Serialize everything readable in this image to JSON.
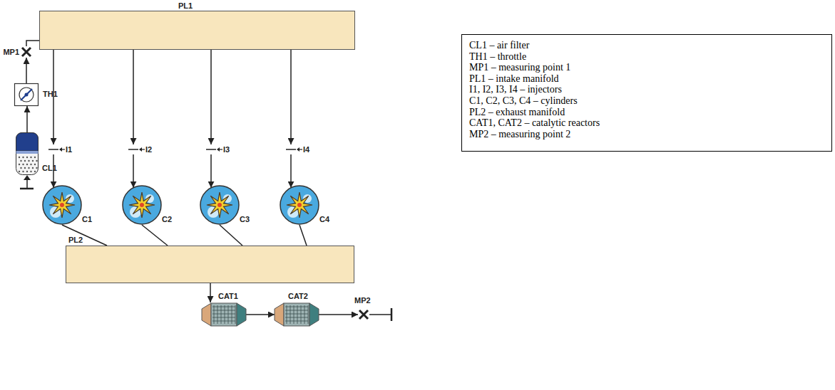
{
  "diagram": {
    "nodes": [
      {
        "text": [
          "PL1"
        ]
      },
      {
        "text": [
          "MP1"
        ]
      },
      {
        "text": [
          "TH1"
        ]
      },
      {
        "text": [
          "CL1"
        ]
      },
      {
        "text": [
          "I1"
        ]
      },
      {
        "text": [
          "I2"
        ]
      },
      {
        "text": [
          "I3"
        ]
      },
      {
        "text": [
          "I4"
        ]
      },
      {
        "text": [
          "C1"
        ]
      },
      {
        "text": [
          "C2"
        ]
      },
      {
        "text": [
          "C3"
        ]
      },
      {
        "text": [
          "C4"
        ]
      },
      {
        "text": [
          "PL2"
        ]
      },
      {
        "text": [
          "CAT1"
        ]
      },
      {
        "text": [
          "CAT2"
        ]
      },
      {
        "text": [
          "MP2"
        ]
      },
      {
        "text": [
          "CL1 – air filter",
          "TH1 – throttle",
          "MP1 – measuring point 1",
          "PL1 – intake manifold",
          "I1, I2, I3, I4 – injectors",
          "C1, C2, C3, C4 – cylinders",
          "PL2 – exhaust manifold",
          "CAT1, CAT2 – catalytic reactors",
          "MP2 – measuring point 2"
        ]
      }
    ],
    "edges": [
      {
        "from": 3,
        "to": 2,
        "arrow": "to"
      },
      {
        "from": 2,
        "to": 1,
        "arrow": "to"
      },
      {
        "from": 1,
        "to": 0,
        "arrow": "none"
      },
      {
        "from": 0,
        "to": 4,
        "arrow": "to"
      },
      {
        "from": 0,
        "to": 5,
        "arrow": "to"
      },
      {
        "from": 0,
        "to": 6,
        "arrow": "to"
      },
      {
        "from": 0,
        "to": 7,
        "arrow": "to"
      },
      {
        "from": 4,
        "to": 8,
        "arrow": "to"
      },
      {
        "from": 5,
        "to": 9,
        "arrow": "to"
      },
      {
        "from": 6,
        "to": 10,
        "arrow": "to"
      },
      {
        "from": 7,
        "to": 11,
        "arrow": "to"
      },
      {
        "from": 8,
        "to": 12,
        "arrow": "none"
      },
      {
        "from": 9,
        "to": 12,
        "arrow": "none"
      },
      {
        "from": 10,
        "to": 12,
        "arrow": "none"
      },
      {
        "from": 11,
        "to": 12,
        "arrow": "none"
      },
      {
        "from": 12,
        "to": 13,
        "arrow": "to"
      },
      {
        "from": 13,
        "to": 14,
        "arrow": "to"
      },
      {
        "from": 14,
        "to": 15,
        "arrow": "to"
      }
    ]
  }
}
